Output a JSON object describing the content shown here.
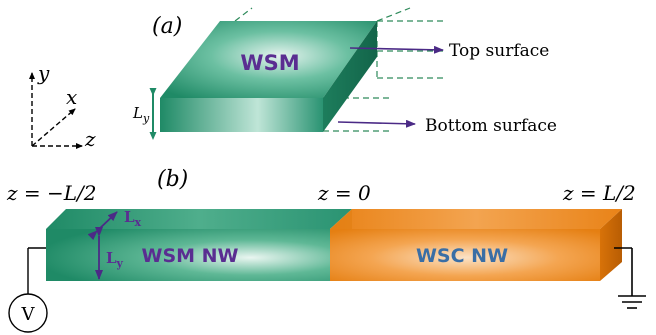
{
  "panel_a": {
    "label": "(a)",
    "block_label": "WSM",
    "top_surface_label": "Top surface",
    "bottom_surface_label": "Bottom surface",
    "thickness_label": "L",
    "thickness_subscript": "y"
  },
  "axes": {
    "y": "y",
    "x": "x",
    "z": "z"
  },
  "panel_b": {
    "label": "(b)",
    "z_left": "z = −L/2",
    "z_mid": "z = 0",
    "z_right": "z = L/2",
    "wsm_label": "WSM NW",
    "wsc_label": "WSC NW",
    "lx_label": "L",
    "lx_subscript": "x",
    "ly_label": "L",
    "ly_subscript": "y",
    "voltmeter_label": "V"
  },
  "colors": {
    "wsm_green": "#2e9a78",
    "wsc_orange": "#f0891a",
    "label_purple": "#5a2d91",
    "wsc_label_blue": "#3a6ea5",
    "arrow_purple": "#4b2a86",
    "dash_green": "#2d8a5a"
  }
}
